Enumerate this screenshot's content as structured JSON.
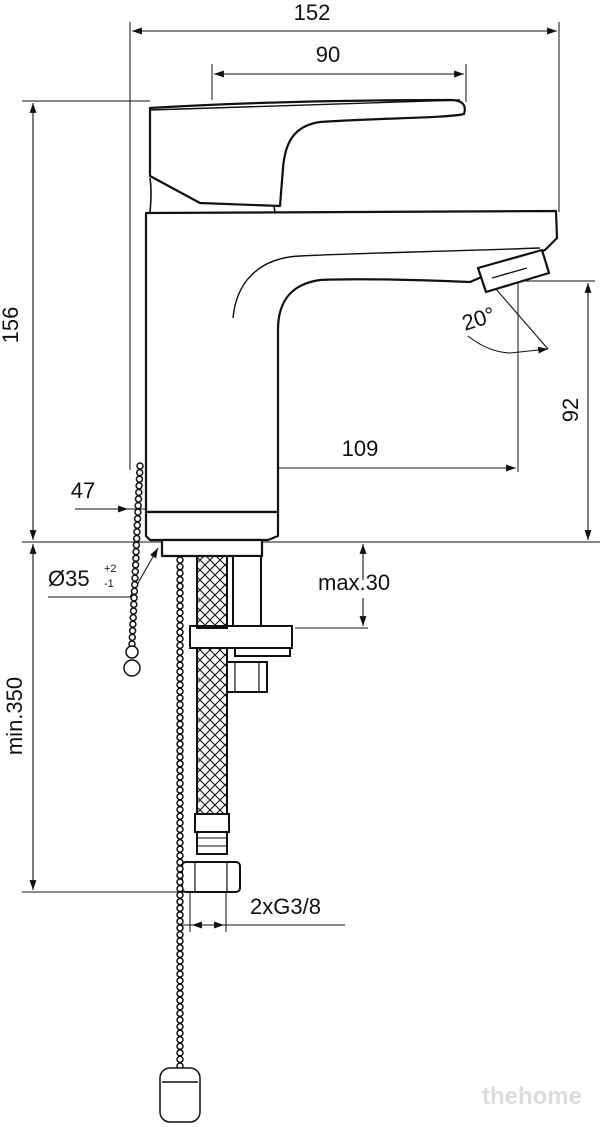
{
  "dimensions": {
    "overall_width": "152",
    "lever_width": "90",
    "total_height": "156",
    "spout_height": "92",
    "spout_reach": "109",
    "body_offset": "47",
    "spout_angle": "20°",
    "hole_diameter": "Ø35",
    "hole_tol_upper": "+2",
    "hole_tol_lower": "-1",
    "max_deck": "max.30",
    "min_hose": "min.350",
    "connection": "2xG3/8"
  },
  "watermark": "thehome",
  "colors": {
    "line": "#111111",
    "background": "#ffffff",
    "watermark": "#dcdcdc"
  }
}
